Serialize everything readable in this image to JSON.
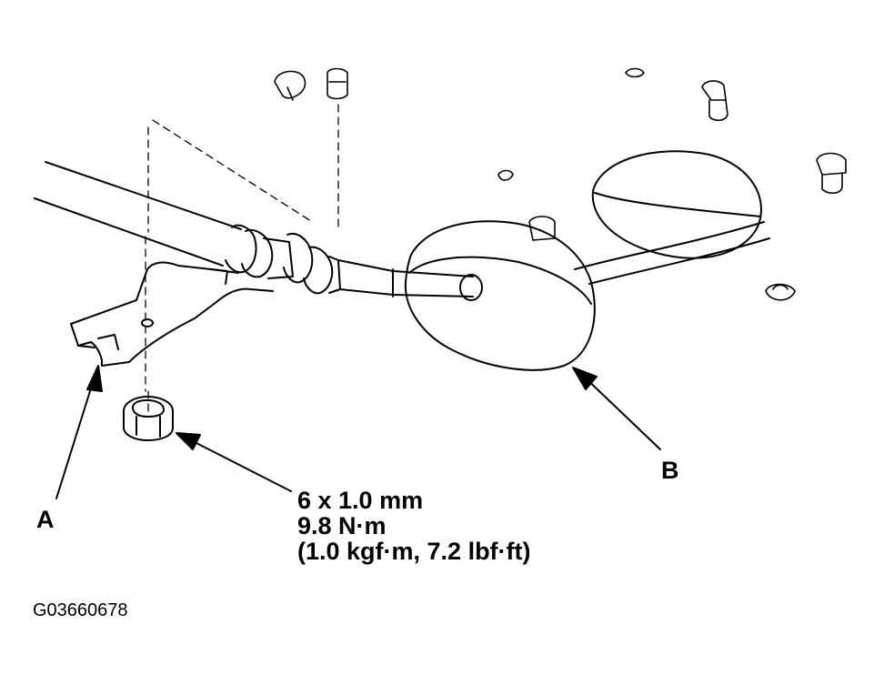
{
  "callouts": {
    "a": "A",
    "b": "B"
  },
  "fastener_spec": {
    "size": "6 x 1.0 mm",
    "torque_nm": "9.8 N·m",
    "torque_alt": "(1.0 kgf·m, 7.2 lbf·ft)"
  },
  "figure_code": "G03660678",
  "colors": {
    "line": "#000000",
    "background": "#ffffff"
  }
}
